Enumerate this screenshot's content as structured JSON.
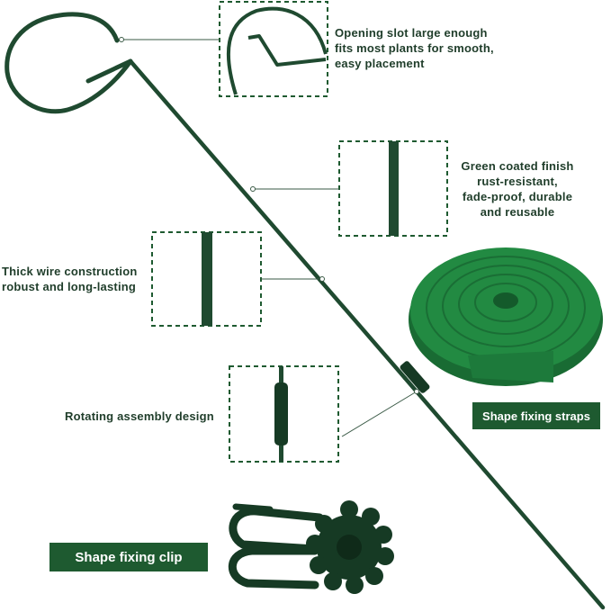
{
  "product": {
    "accent_color": "#1e5a30",
    "wire_color": "#1f4a30",
    "strap_color": "#1f7a3c"
  },
  "callouts": {
    "opening_slot": [
      "Opening slot large enough",
      "fits most plants for smooth,",
      "easy placement"
    ],
    "green_coated": [
      "Green coated finish",
      "rust-resistant,",
      "fade-proof, durable",
      "and reusable"
    ],
    "thick_wire": [
      "Thick wire construction",
      "robust and long-lasting"
    ],
    "rotating": [
      "Rotating assembly design"
    ]
  },
  "badges": {
    "straps": "Shape fixing straps",
    "clip": "Shape fixing clip"
  }
}
